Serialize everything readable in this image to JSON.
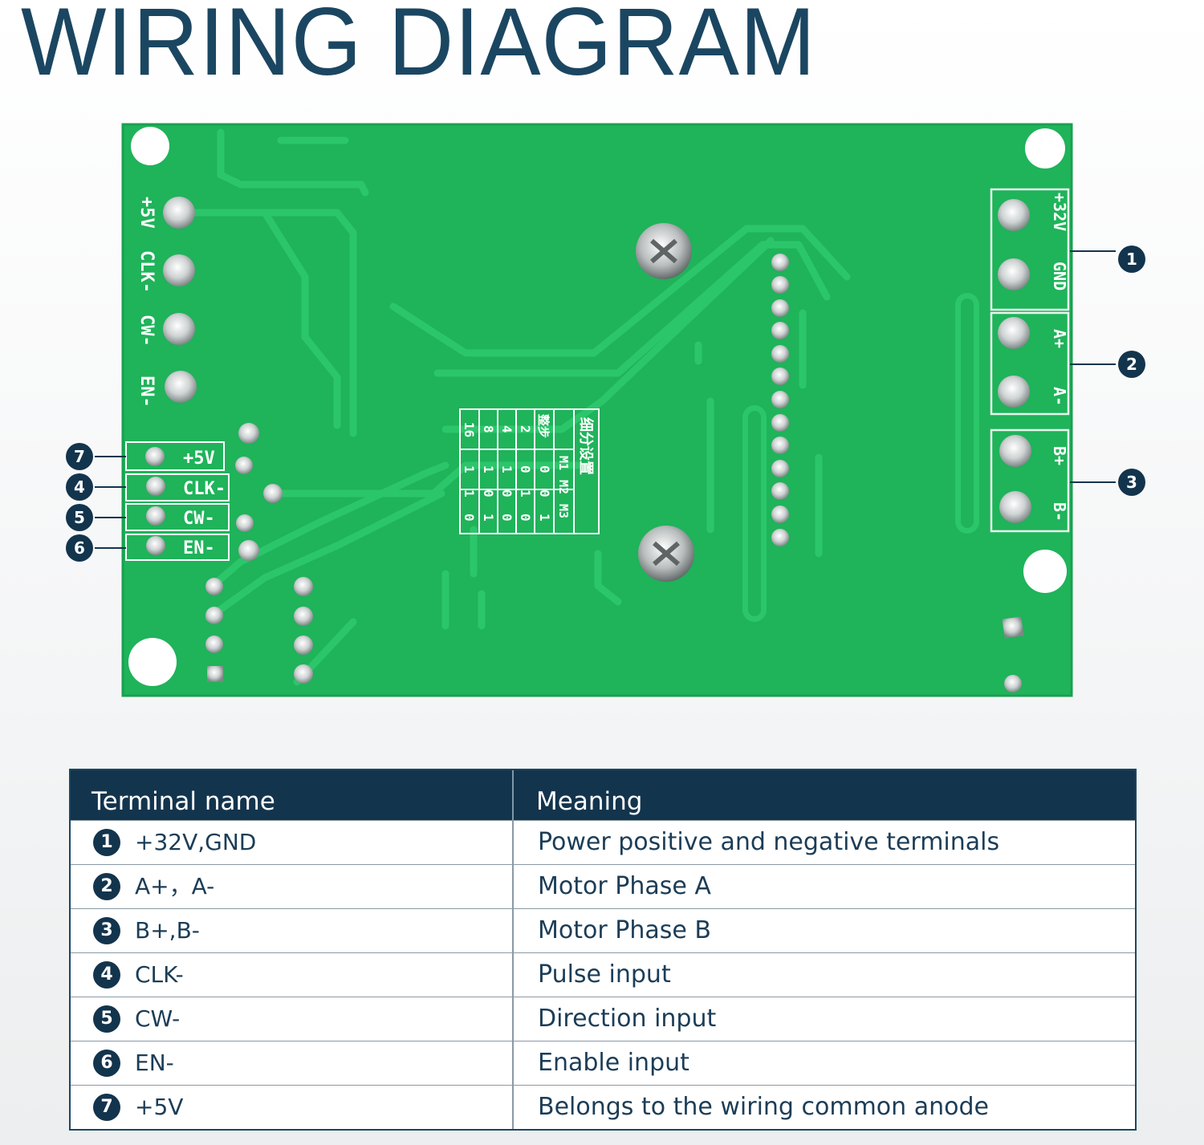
{
  "title": "WIRING DIAGRAM",
  "board": {
    "left_labels": [
      "+5V",
      "CLK-",
      "CW-",
      "EN-"
    ],
    "right_labels": [
      "+32V",
      "GND",
      "A+",
      "A-",
      "B+",
      "B-"
    ],
    "left_callout_boxes": [
      {
        "num": "7",
        "label": "+5V"
      },
      {
        "num": "4",
        "label": "CLK-"
      },
      {
        "num": "5",
        "label": "CW-"
      },
      {
        "num": "6",
        "label": "EN-"
      }
    ],
    "right_callouts": [
      "1",
      "2",
      "3"
    ],
    "silk_table": {
      "title": "细分设置",
      "header": [
        "M1",
        "M2",
        "M3"
      ],
      "step_label": "整步",
      "rows": [
        {
          "step": "2",
          "bits": [
            "0",
            "1",
            "0"
          ]
        },
        {
          "step": "4",
          "bits": [
            "1",
            "0",
            "0"
          ]
        },
        {
          "step": "8",
          "bits": [
            "1",
            "0",
            "1"
          ]
        },
        {
          "step": "16",
          "bits": [
            "1",
            "1",
            "0"
          ]
        }
      ],
      "first_row_bits": [
        "0",
        "0",
        "1"
      ]
    }
  },
  "table": {
    "headers": [
      "Terminal name",
      "Meaning"
    ],
    "rows": [
      {
        "num": "1",
        "name": "+32V,GND",
        "meaning": "Power positive and negative terminals"
      },
      {
        "num": "2",
        "name": "A+，A-",
        "meaning": "Motor Phase A"
      },
      {
        "num": "3",
        "name": "B+,B-",
        "meaning": "Motor Phase B"
      },
      {
        "num": "4",
        "name": "CLK-",
        "meaning": "Pulse input"
      },
      {
        "num": "5",
        "name": "CW-",
        "meaning": "Direction input"
      },
      {
        "num": "6",
        "name": "EN-",
        "meaning": "Enable input"
      },
      {
        "num": "7",
        "name": "+5V",
        "meaning": "Belongs to the wiring common anode"
      }
    ]
  },
  "colors": {
    "pcb": "#1fb35a",
    "trace": "#27c064",
    "navy": "#13344d",
    "title": "#1b4661"
  }
}
